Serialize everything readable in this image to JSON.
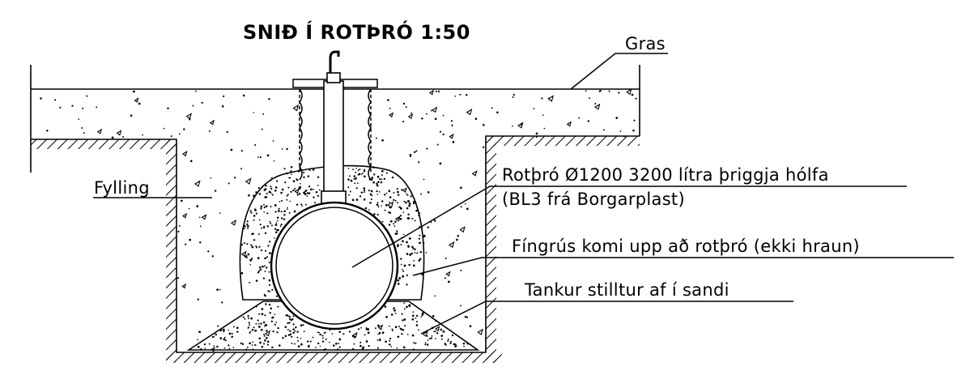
{
  "title": "SNIÐ Í ROTÞRÓ 1:50",
  "labels": {
    "gras": "Gras",
    "fylling": "Fylling",
    "tank_line1": "Rotþró Ø1200 3200 lítra þriggja hólfa",
    "tank_line2": "(BL3 frá Borgarplast)",
    "gravel": "Fíngrús komi upp að rotþró (ekki hraun)",
    "sand": "Tankur stilltur af í sandi"
  },
  "colors": {
    "line": "#000000",
    "background": "#ffffff",
    "dot": "#000000"
  }
}
